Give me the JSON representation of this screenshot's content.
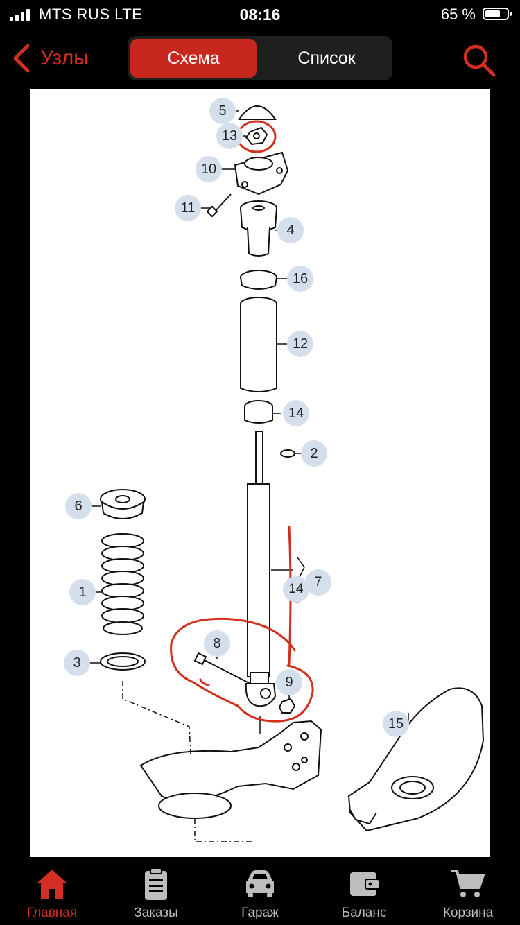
{
  "status": {
    "carrier": "MTS RUS  LTE",
    "time": "08:16",
    "battery": "65 %",
    "battery_level": 0.65
  },
  "nav": {
    "back_label": "Узлы",
    "segments": [
      "Схема",
      "Список"
    ],
    "active_segment": 0,
    "accent": "#d42e23"
  },
  "diagram": {
    "callouts": {
      "c5": "5",
      "c13": "13",
      "c10": "10",
      "c11": "11",
      "c4": "4",
      "c16": "16",
      "c12": "12",
      "c14": "14",
      "c2": "2",
      "c6": "6",
      "c7a": "14",
      "c7b": "7",
      "c1": "1",
      "c8": "8",
      "c3": "3",
      "c9": "9",
      "c15": "15"
    }
  },
  "tabs": [
    {
      "label": "Главная",
      "icon": "home-icon",
      "active": true
    },
    {
      "label": "Заказы",
      "icon": "clipboard-icon",
      "active": false
    },
    {
      "label": "Гараж",
      "icon": "car-icon",
      "active": false
    },
    {
      "label": "Баланс",
      "icon": "wallet-icon",
      "active": false
    },
    {
      "label": "Корзина",
      "icon": "cart-icon",
      "active": false
    }
  ]
}
